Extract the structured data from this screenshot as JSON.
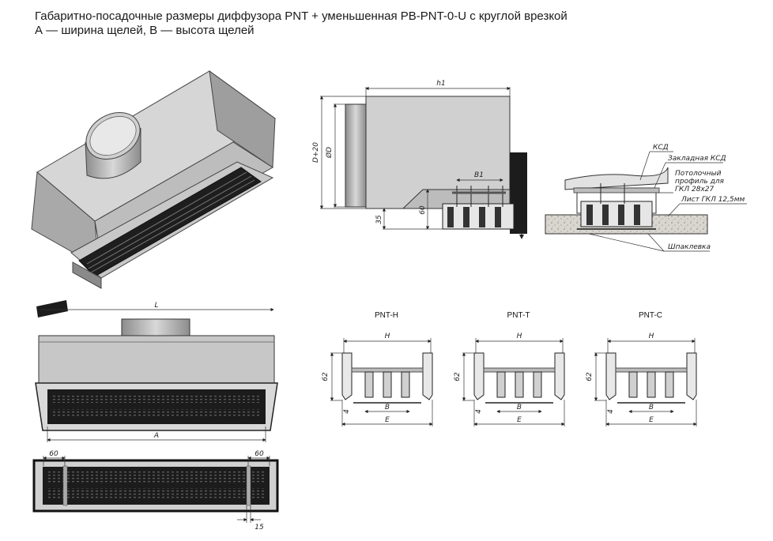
{
  "caption": {
    "line1": "Габаритно-посадочные размеры диффузора PNT + уменьшенная PB-PNT-0-U с круглой врезкой",
    "line2": "А — ширина щелей, В — высота щелей"
  },
  "side_view": {
    "h1": "h1",
    "d20": "D+20",
    "d": "ØD",
    "b1": "B1",
    "d60": "60",
    "d35": "35"
  },
  "install_view": {
    "ksd": "КСД",
    "embedded": "Закладная КСД",
    "ceiling_profile_l1": "Потолочный",
    "ceiling_profile_l2": "профиль для",
    "ceiling_profile_l3": "ГКЛ 28x27",
    "gkl_sheet": "Лист ГКЛ 12,5мм",
    "putty": "Шпаклевка"
  },
  "front_view": {
    "l": "L",
    "a": "A"
  },
  "bottom_view": {
    "left60": "60",
    "right60": "60",
    "d15": "15"
  },
  "profiles": [
    {
      "name": "PNT-H",
      "h": "H",
      "d62": "62",
      "d4": "4",
      "b": "B",
      "e": "E"
    },
    {
      "name": "PNT-T",
      "h": "H",
      "d62": "62",
      "d4": "4",
      "b": "B",
      "e": "E"
    },
    {
      "name": "PNT-C",
      "h": "H",
      "d62": "62",
      "d4": "4",
      "b": "B",
      "e": "E"
    }
  ],
  "colors": {
    "steel": "#b8b8b8",
    "steel_dark": "#7a7a7a",
    "grille": "#1c1c1c"
  }
}
